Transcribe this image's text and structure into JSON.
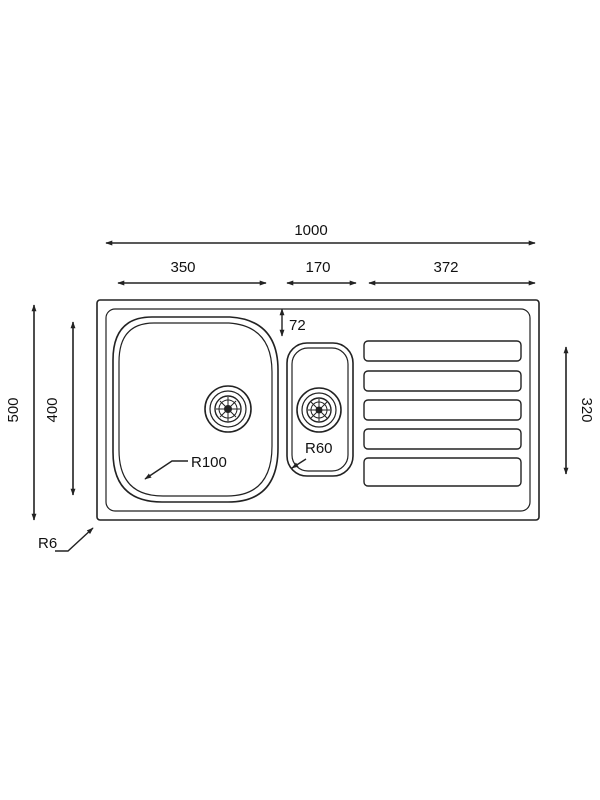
{
  "dimensions": {
    "overall_length": "1000",
    "main_bowl_width": "350",
    "small_bowl_width": "170",
    "drainer_width": "372",
    "top_offset": "72",
    "overall_depth": "500",
    "bowl_depth": "400",
    "drainer_depth": "320",
    "main_bowl_radius": "R100",
    "small_bowl_radius": "R60",
    "corner_radius": "R6"
  },
  "colors": {
    "line": "#222222",
    "text": "#111111",
    "background": "#ffffff"
  }
}
